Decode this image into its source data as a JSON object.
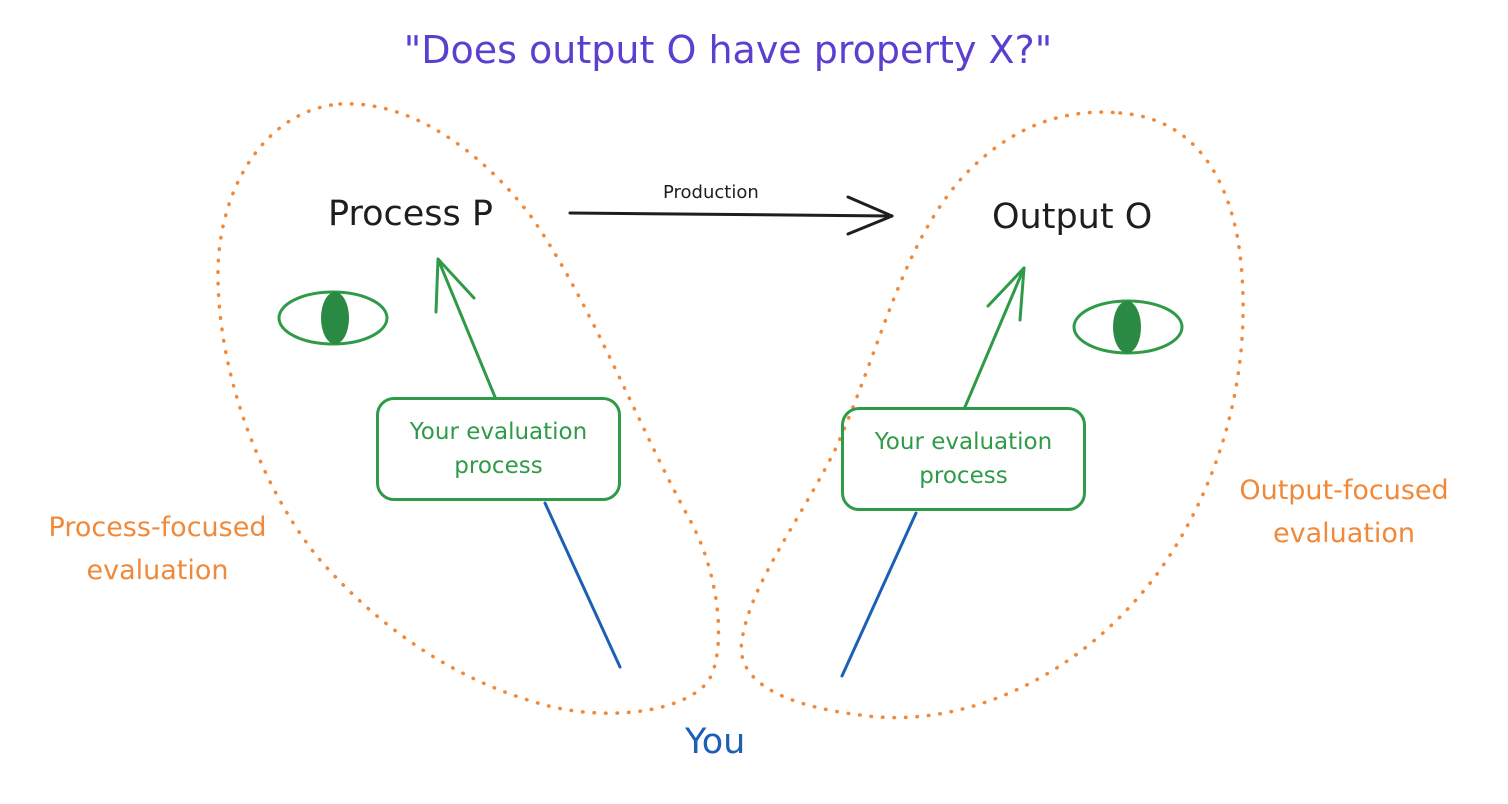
{
  "title": "\"Does output O have property X?\"",
  "nodes": {
    "process": "Process P",
    "output": "Output O"
  },
  "edges": {
    "production": "Production"
  },
  "evaluation_box": {
    "left_line1": "Your evaluation",
    "left_line2": "process",
    "right_line1": "Your evaluation",
    "right_line2": "process"
  },
  "groups": {
    "process_line1": "Process-focused",
    "process_line2": "evaluation",
    "output_line1": "Output-focused",
    "output_line2": "evaluation"
  },
  "you": "You",
  "colors": {
    "title": "#5b3fd1",
    "text": "#1e1e1e",
    "green": "#2f9a48",
    "eye_fill": "#2a8a43",
    "orange": "#f0893a",
    "blue": "#1c5fb5"
  }
}
